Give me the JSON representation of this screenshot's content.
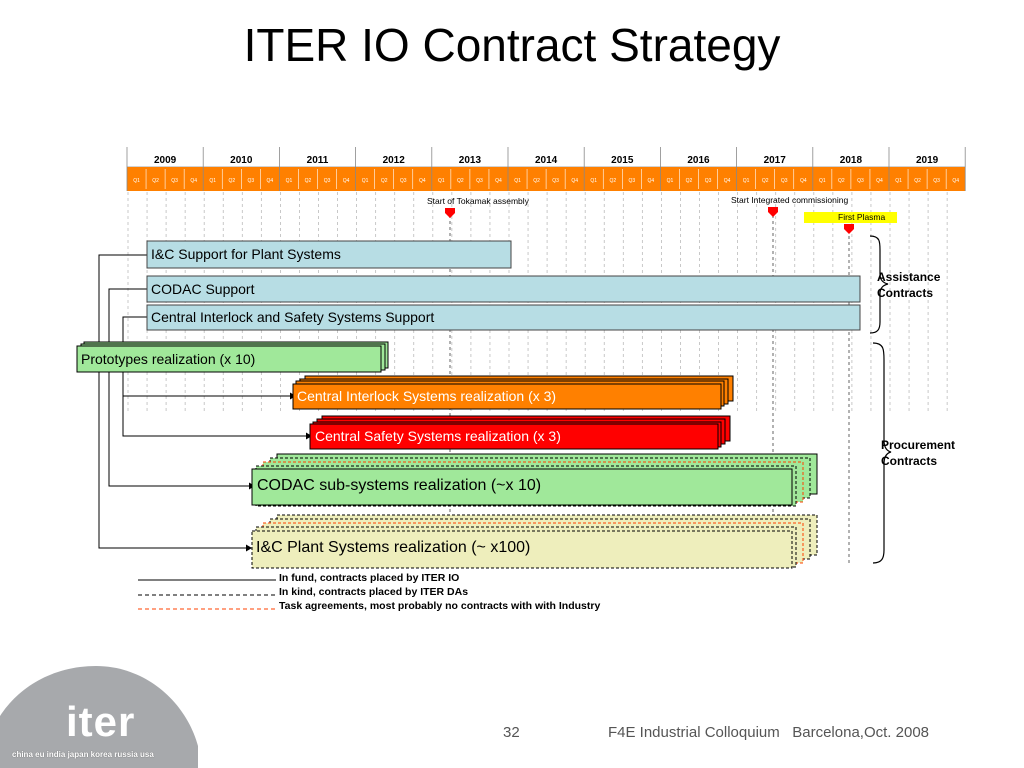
{
  "title": "ITER IO Contract Strategy",
  "years": [
    "2009",
    "2010",
    "2011",
    "2012",
    "2013",
    "2014",
    "2015",
    "2016",
    "2017",
    "2018",
    "2019"
  ],
  "quarters": [
    "Q1",
    "Q2",
    "Q3",
    "Q4"
  ],
  "milestones": {
    "tokamak": "Start of Tokamak assembly",
    "commissioning": "Start Integrated commissioning",
    "first_plasma": "First Plasma"
  },
  "bars": {
    "ic_support": "I&C Support for Plant Systems",
    "codac_support": "CODAC Support",
    "interlock_support": "Central Interlock and Safety Systems Support",
    "prototypes": "Prototypes realization (x 10)",
    "interlock_real": "Central Interlock Systems realization (x 3)",
    "safety_real": "Central Safety Systems realization (x 3)",
    "codac_sub": "CODAC sub-systems realization (~x 10)",
    "ic_plant": "I&C Plant Systems realization (~ x100)"
  },
  "groups": {
    "assistance_1": "Assistance",
    "assistance_2": "Contracts",
    "procurement_1": "Procurement",
    "procurement_2": "Contracts"
  },
  "legend": {
    "in_fund": "In fund, contracts placed by ITER IO",
    "in_kind": "In kind, contracts placed by ITER DAs",
    "task": "Task agreements, most probably no contracts with with Industry"
  },
  "footer": {
    "page_number": "32",
    "event": "F4E Industrial Colloquium   Barcelona,Oct. 2008"
  },
  "logo": {
    "name": "iter",
    "members": "china eu india japan korea russia usa"
  },
  "colors": {
    "timeline_orange": "#ff8000",
    "support_blue": "#b7dde4",
    "green": "#a0e89a",
    "orange_bar": "#ff8000",
    "red_bar": "#ff0000",
    "cream": "#eeeebc",
    "milestone_red": "#ff0000",
    "first_plasma_yellow": "#ffff00"
  }
}
